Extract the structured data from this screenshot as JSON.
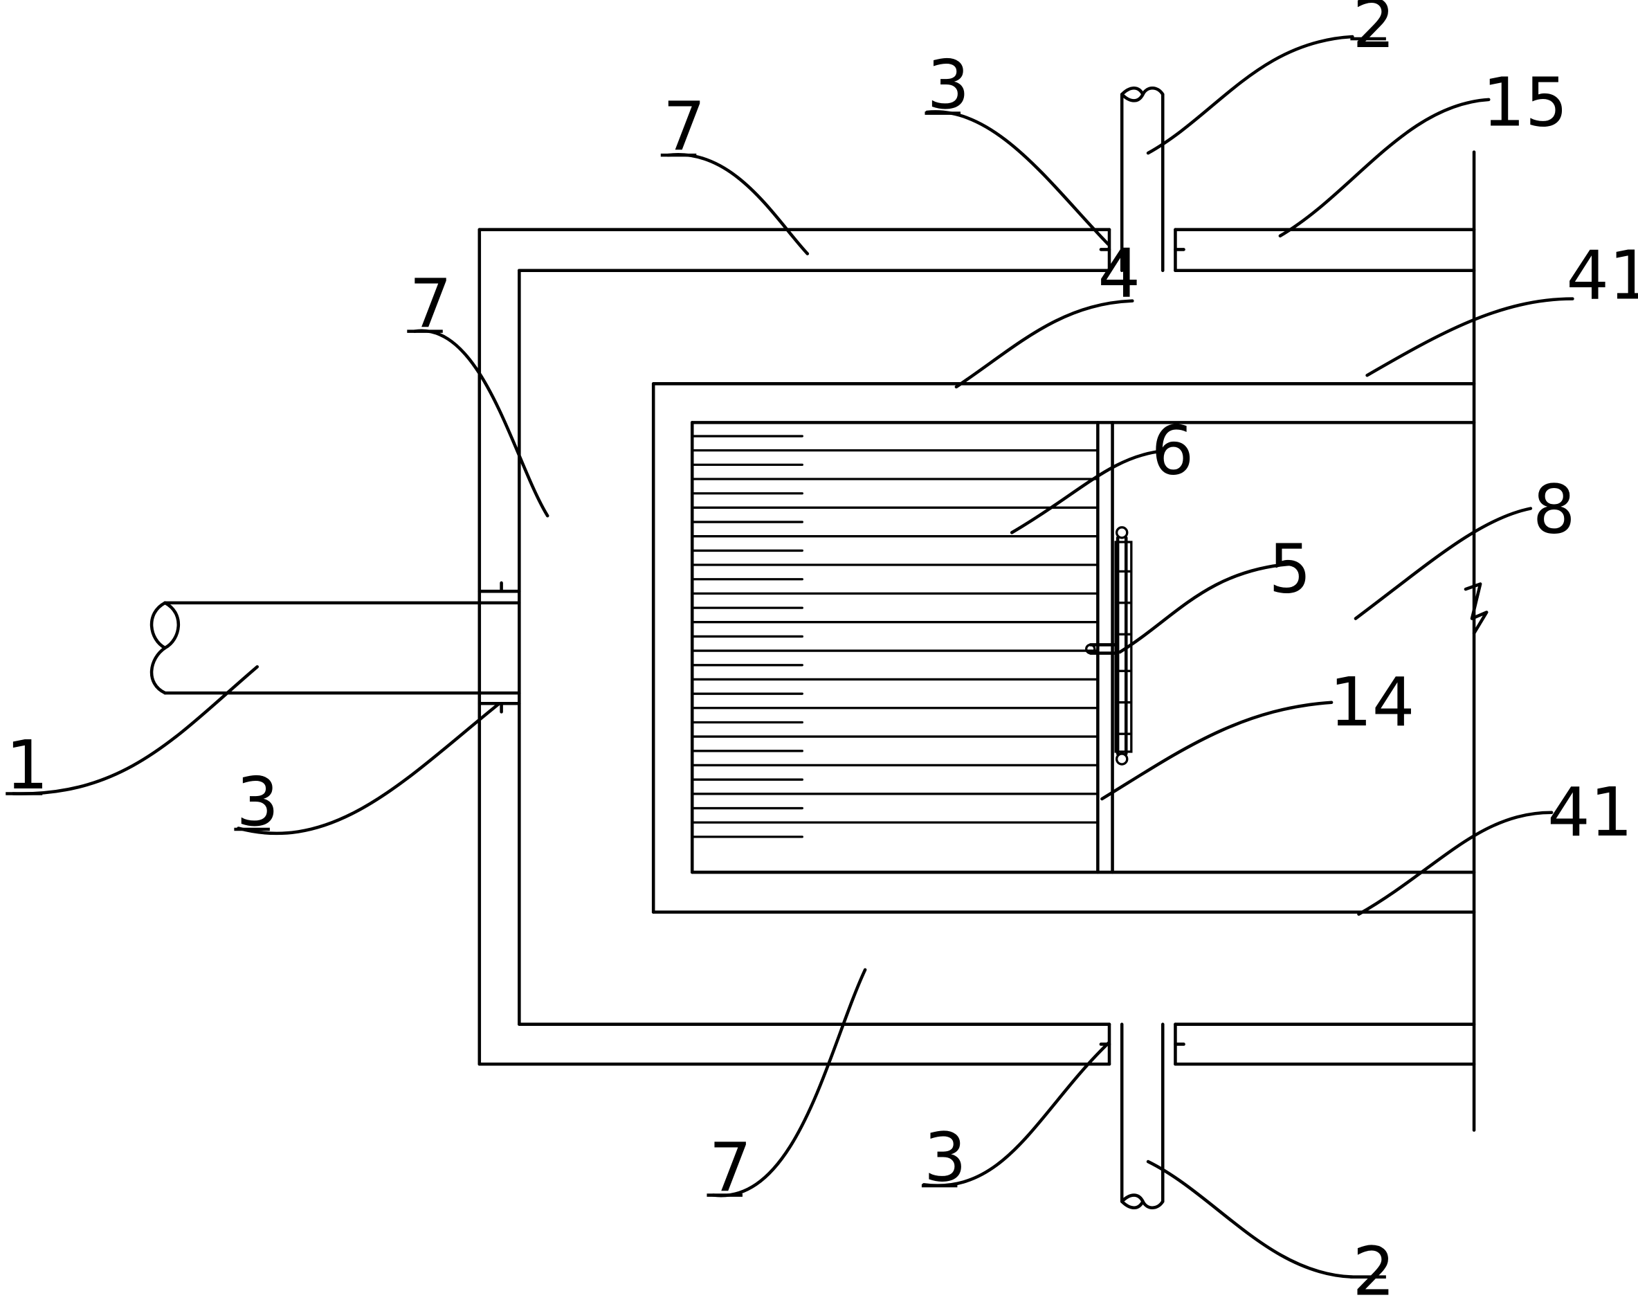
{
  "labels": [
    {
      "id": "1",
      "text": "1"
    },
    {
      "id": "2-top",
      "text": "2"
    },
    {
      "id": "2-bottom",
      "text": "2"
    },
    {
      "id": "3-top",
      "text": "3"
    },
    {
      "id": "3-left",
      "text": "3"
    },
    {
      "id": "3-bottom",
      "text": "3"
    },
    {
      "id": "4",
      "text": "4"
    },
    {
      "id": "5",
      "text": "5"
    },
    {
      "id": "6",
      "text": "6"
    },
    {
      "id": "7-top",
      "text": "7"
    },
    {
      "id": "7-left",
      "text": "7"
    },
    {
      "id": "7-bottom",
      "text": "7"
    },
    {
      "id": "8",
      "text": "8"
    },
    {
      "id": "14",
      "text": "14"
    },
    {
      "id": "15",
      "text": "15"
    },
    {
      "id": "41-top",
      "text": "41"
    },
    {
      "id": "41-bottom",
      "text": "41"
    }
  ]
}
